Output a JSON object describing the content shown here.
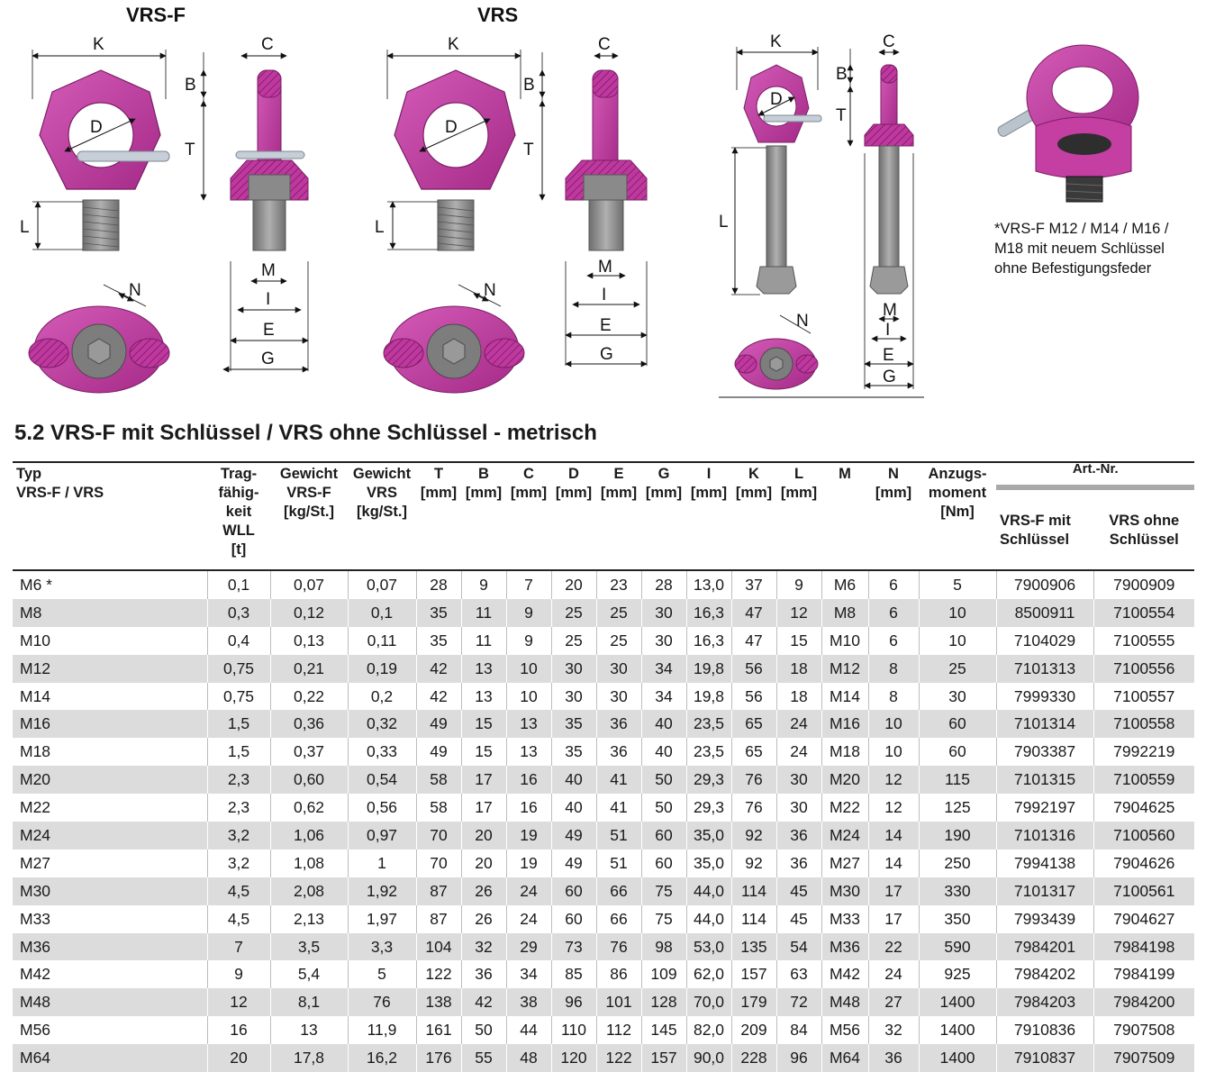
{
  "drawings": {
    "vrsf_title": "VRS-F",
    "vrs_title": "VRS",
    "dim_labels": {
      "K": "K",
      "C": "C",
      "B": "B",
      "T": "T",
      "D": "D",
      "L": "L",
      "M": "M",
      "I": "I",
      "E": "E",
      "G": "G",
      "N": "N"
    },
    "note": "*VRS-F M12 / M14 / M16 / M18 mit neuem Schlüssel ohne Befestigungsfeder",
    "colors": {
      "ring": "#c0389f",
      "ring_dark": "#8d2276",
      "bolt": "#7a7a7a",
      "bolt_light": "#a8a8a8",
      "pin": "#b9c3cc"
    }
  },
  "section": {
    "title": "5.2  VRS-F mit Schlüssel / VRS ohne Schlüssel - metrisch"
  },
  "table": {
    "headers": {
      "typ": "Typ\nVRS-F / VRS",
      "wll": "Trag-\nfähig-\nkeit\nWLL\n[t]",
      "gew_f": "Gewicht\nVRS-F\n[kg/St.]",
      "gew": "Gewicht\nVRS\n[kg/St.]",
      "T": "T\n[mm]",
      "B": "B\n[mm]",
      "C": "C\n[mm]",
      "D": "D\n[mm]",
      "E": "E\n[mm]",
      "G": "G\n[mm]",
      "I": "I\n[mm]",
      "K": "K\n[mm]",
      "L": "L\n[mm]",
      "M": "M",
      "N": "N\n[mm]",
      "anz": "Anzugs-\nmoment\n[Nm]",
      "artnr": "Art.-Nr.",
      "art_f": "VRS-F mit\nSchlüssel",
      "art": "VRS ohne\nSchlüssel"
    },
    "rows": [
      [
        "M6 *",
        "0,1",
        "0,07",
        "0,07",
        "28",
        "9",
        "7",
        "20",
        "23",
        "28",
        "13,0",
        "37",
        "9",
        "M6",
        "6",
        "5",
        "7900906",
        "7900909"
      ],
      [
        "M8",
        "0,3",
        "0,12",
        "0,1",
        "35",
        "11",
        "9",
        "25",
        "25",
        "30",
        "16,3",
        "47",
        "12",
        "M8",
        "6",
        "10",
        "8500911",
        "7100554"
      ],
      [
        "M10",
        "0,4",
        "0,13",
        "0,11",
        "35",
        "11",
        "9",
        "25",
        "25",
        "30",
        "16,3",
        "47",
        "15",
        "M10",
        "6",
        "10",
        "7104029",
        "7100555"
      ],
      [
        "M12",
        "0,75",
        "0,21",
        "0,19",
        "42",
        "13",
        "10",
        "30",
        "30",
        "34",
        "19,8",
        "56",
        "18",
        "M12",
        "8",
        "25",
        "7101313",
        "7100556"
      ],
      [
        "M14",
        "0,75",
        "0,22",
        "0,2",
        "42",
        "13",
        "10",
        "30",
        "30",
        "34",
        "19,8",
        "56",
        "18",
        "M14",
        "8",
        "30",
        "7999330",
        "7100557"
      ],
      [
        "M16",
        "1,5",
        "0,36",
        "0,32",
        "49",
        "15",
        "13",
        "35",
        "36",
        "40",
        "23,5",
        "65",
        "24",
        "M16",
        "10",
        "60",
        "7101314",
        "7100558"
      ],
      [
        "M18",
        "1,5",
        "0,37",
        "0,33",
        "49",
        "15",
        "13",
        "35",
        "36",
        "40",
        "23,5",
        "65",
        "24",
        "M18",
        "10",
        "60",
        "7903387",
        "7992219"
      ],
      [
        "M20",
        "2,3",
        "0,60",
        "0,54",
        "58",
        "17",
        "16",
        "40",
        "41",
        "50",
        "29,3",
        "76",
        "30",
        "M20",
        "12",
        "115",
        "7101315",
        "7100559"
      ],
      [
        "M22",
        "2,3",
        "0,62",
        "0,56",
        "58",
        "17",
        "16",
        "40",
        "41",
        "50",
        "29,3",
        "76",
        "30",
        "M22",
        "12",
        "125",
        "7992197",
        "7904625"
      ],
      [
        "M24",
        "3,2",
        "1,06",
        "0,97",
        "70",
        "20",
        "19",
        "49",
        "51",
        "60",
        "35,0",
        "92",
        "36",
        "M24",
        "14",
        "190",
        "7101316",
        "7100560"
      ],
      [
        "M27",
        "3,2",
        "1,08",
        "1",
        "70",
        "20",
        "19",
        "49",
        "51",
        "60",
        "35,0",
        "92",
        "36",
        "M27",
        "14",
        "250",
        "7994138",
        "7904626"
      ],
      [
        "M30",
        "4,5",
        "2,08",
        "1,92",
        "87",
        "26",
        "24",
        "60",
        "66",
        "75",
        "44,0",
        "114",
        "45",
        "M30",
        "17",
        "330",
        "7101317",
        "7100561"
      ],
      [
        "M33",
        "4,5",
        "2,13",
        "1,97",
        "87",
        "26",
        "24",
        "60",
        "66",
        "75",
        "44,0",
        "114",
        "45",
        "M33",
        "17",
        "350",
        "7993439",
        "7904627"
      ],
      [
        "M36",
        "7",
        "3,5",
        "3,3",
        "104",
        "32",
        "29",
        "73",
        "76",
        "98",
        "53,0",
        "135",
        "54",
        "M36",
        "22",
        "590",
        "7984201",
        "7984198"
      ],
      [
        "M42",
        "9",
        "5,4",
        "5",
        "122",
        "36",
        "34",
        "85",
        "86",
        "109",
        "62,0",
        "157",
        "63",
        "M42",
        "24",
        "925",
        "7984202",
        "7984199"
      ],
      [
        "M48",
        "12",
        "8,1",
        "76",
        "138",
        "42",
        "38",
        "96",
        "101",
        "128",
        "70,0",
        "179",
        "72",
        "M48",
        "27",
        "1400",
        "7984203",
        "7984200"
      ],
      [
        "M56",
        "16",
        "13",
        "11,9",
        "161",
        "50",
        "44",
        "110",
        "112",
        "145",
        "82,0",
        "209",
        "84",
        "M56",
        "32",
        "1400",
        "7910836",
        "7907508"
      ],
      [
        "M64",
        "20",
        "17,8",
        "16,2",
        "176",
        "55",
        "48",
        "120",
        "122",
        "157",
        "90,0",
        "228",
        "96",
        "M64",
        "36",
        "1400",
        "7910837",
        "7907509"
      ]
    ]
  }
}
